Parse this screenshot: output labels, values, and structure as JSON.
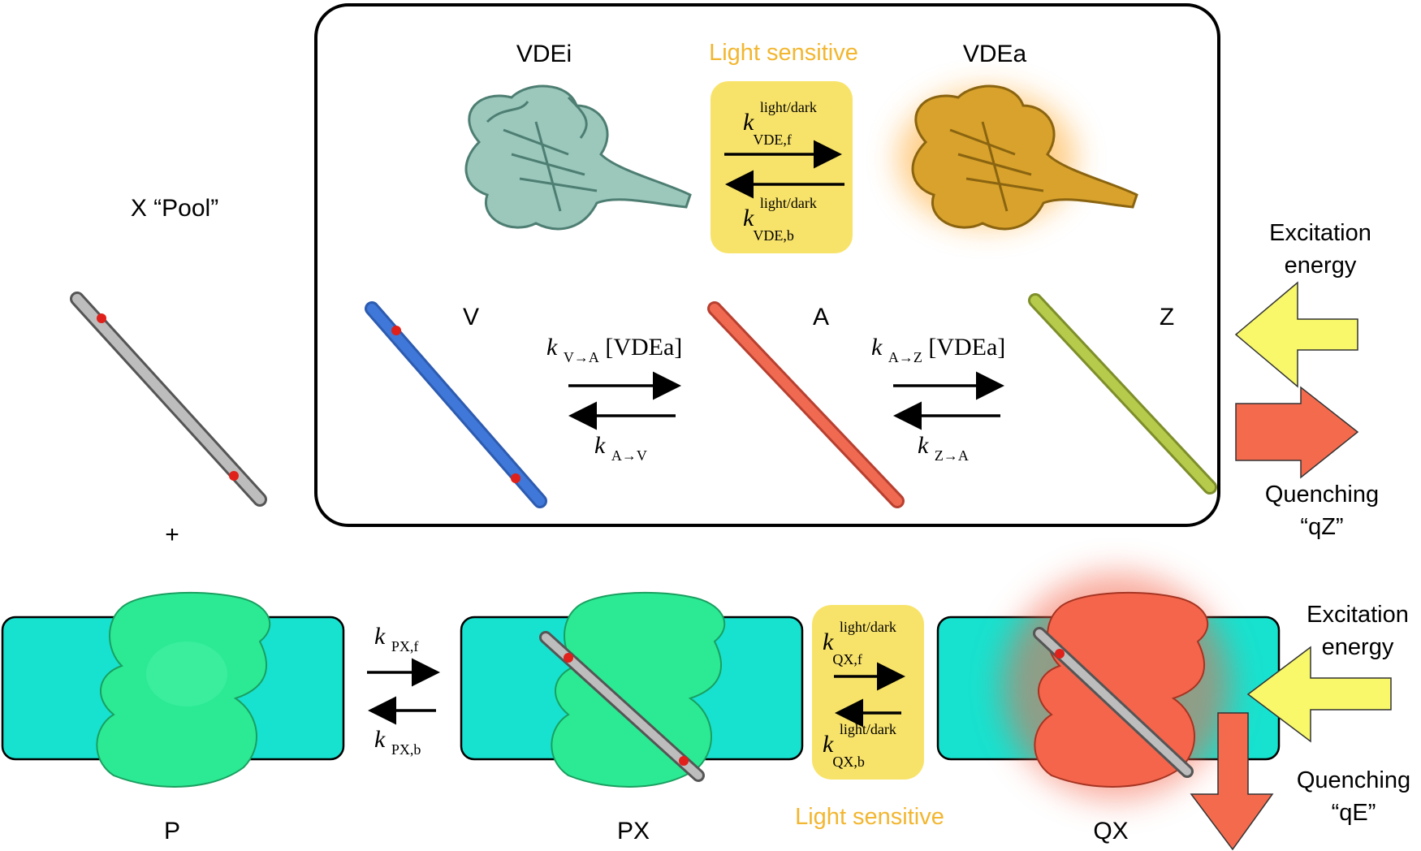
{
  "colors": {
    "light_sensitive_text": "#F2B630",
    "light_box": "#F8E36A",
    "membrane": "#16E2CF",
    "protein_green": "#2BEA93",
    "protein_red": "#F4654C",
    "vdei": "#9CC8BC",
    "vdea": "#D8A22C",
    "violaxanthin": "#3F78D8",
    "antheraxanthin": "#F06A52",
    "zeaxanthin": "#B6CA4B",
    "pool": "#BDBDBD",
    "excitation_arrow": "#F8F86A",
    "quenching_arrow": "#F46A4D"
  },
  "top_panel": {
    "vdei_label": "VDEi",
    "vdea_label": "VDEa",
    "light_sensitive_label": "Light sensitive",
    "kvde_f": {
      "k": "k",
      "sup": "light/dark",
      "sub": "VDE,f"
    },
    "kvde_b": {
      "k": "k",
      "sup": "light/dark",
      "sub": "VDE,b"
    },
    "v_label": "V",
    "a_label": "A",
    "z_label": "Z",
    "k_v_a": {
      "k": "k",
      "sub": "V→A",
      "tail": "[VDEa]"
    },
    "k_a_v": {
      "k": "k",
      "sub": "A→V"
    },
    "k_a_z": {
      "k": "k",
      "sub": "A→Z",
      "tail": "[VDEa]"
    },
    "k_z_a": {
      "k": "k",
      "sub": "Z→A"
    }
  },
  "left_panel": {
    "pool_label": "X “Pool”",
    "plus": "+"
  },
  "right_top": {
    "excitation_line1": "Excitation",
    "excitation_line2": "energy",
    "quenching_line1": "Quenching",
    "quenching_line2": "“qZ”"
  },
  "bottom_panel": {
    "p_label": "P",
    "px_label": "PX",
    "qx_label": "QX",
    "kpx_f": {
      "k": "k",
      "sub": "PX,f"
    },
    "kpx_b": {
      "k": "k",
      "sub": "PX,b"
    },
    "kqx_f": {
      "k": "k",
      "sup": "light/dark",
      "sub": "QX,f"
    },
    "kqx_b": {
      "k": "k",
      "sup": "light/dark",
      "sub": "QX,b"
    },
    "light_sensitive_label": "Light sensitive"
  },
  "right_bottom": {
    "excitation_line1": "Excitation",
    "excitation_line2": "energy",
    "quenching_line1": "Quenching",
    "quenching_line2": "“qE”"
  }
}
